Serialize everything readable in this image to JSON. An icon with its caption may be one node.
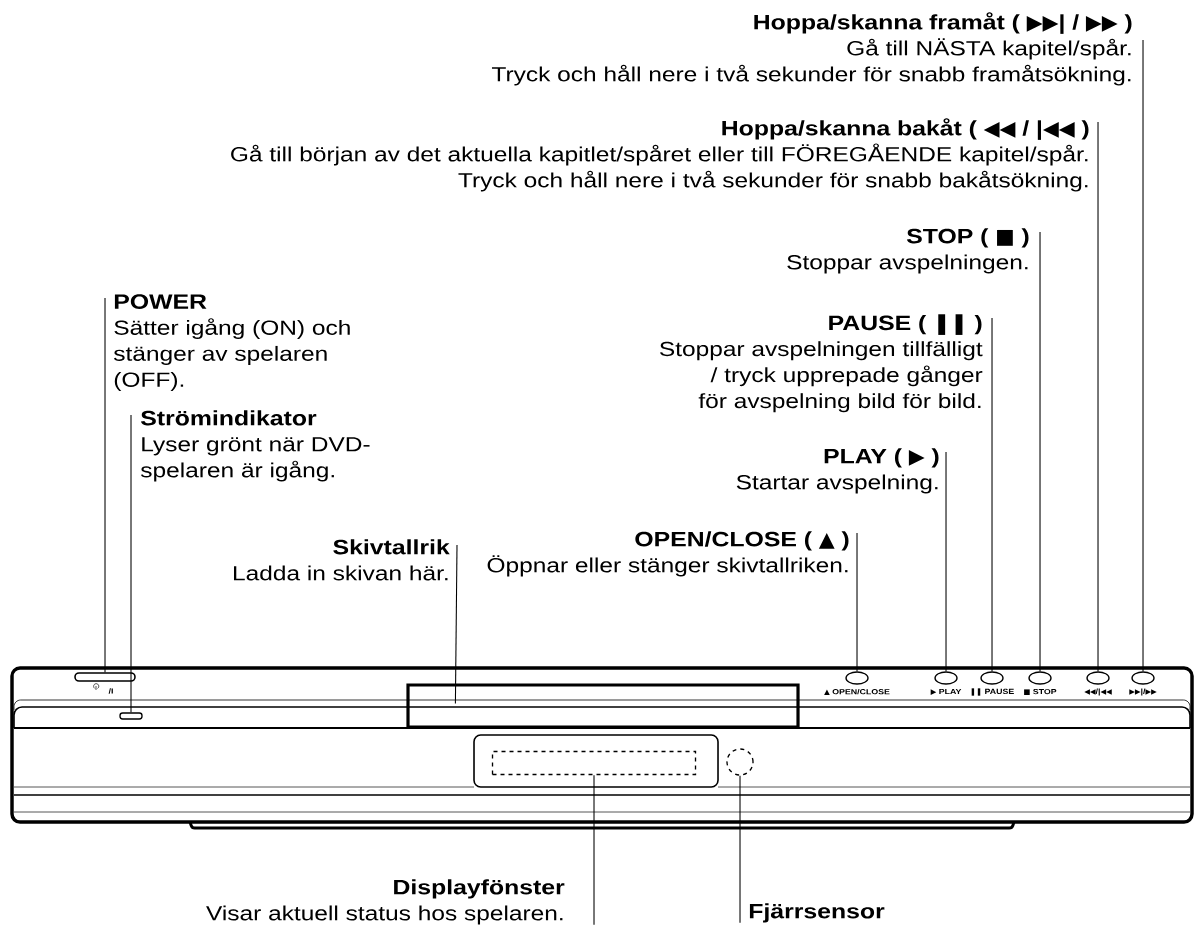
{
  "diagram": {
    "nodes": [
      {
        "text": [
          "Hoppa/skanna framåt ( ▶▶| / ▶▶ )",
          "Gå till NÄSTA kapitel/spår.",
          "Tryck och håll nere i två sekunder för snabb framåtsökning."
        ]
      },
      {
        "text": [
          "Hoppa/skanna bakåt ( ◀◀ / |◀◀ )",
          "Gå till början av det aktuella kapitlet/spåret eller till FÖREGÅENDE kapitel/spår.",
          "Tryck och håll nere i två sekunder för snabb bakåtsökning."
        ]
      },
      {
        "text": [
          "STOP ( ■ )",
          "Stoppar avspelningen."
        ]
      },
      {
        "text": [
          "POWER",
          "Sätter igång (ON) och stänger av spelaren (OFF)."
        ]
      },
      {
        "text": [
          "PAUSE ( ❚❚ )",
          "Stoppar avspelningen tillfälligt / tryck upprepade gånger för avspelning bild för bild."
        ]
      },
      {
        "text": [
          "Strömindikator",
          "Lyser grönt när DVD-spelaren är igång."
        ]
      },
      {
        "text": [
          "PLAY ( ▶ )",
          "Startar avspelning."
        ]
      },
      {
        "text": [
          "Skivtallrik",
          "Ladda in skivan här."
        ]
      },
      {
        "text": [
          "OPEN/CLOSE ( ▲ )",
          "Öppnar eller stänger skivtallriken."
        ]
      },
      {
        "text": [
          "Displayfönster",
          "Visar aktuell status hos spelaren."
        ]
      },
      {
        "text": [
          "Fjärrsensor"
        ]
      },
      {
        "text": [],
        "shape": "box",
        "beside": [
          "/I"
        ]
      },
      {
        "text": [],
        "shape": "box"
      },
      {
        "text": [],
        "shape": "box"
      },
      {
        "text": [],
        "shape": "circle",
        "beside": [
          "▲ OPEN/CLOSE"
        ]
      },
      {
        "text": [],
        "shape": "circle",
        "beside": [
          "▶ PLAY"
        ]
      },
      {
        "text": [],
        "shape": "circle",
        "beside": [
          "❚❚ PAUSE"
        ]
      },
      {
        "text": [],
        "shape": "circle",
        "beside": [
          "■ STOP"
        ]
      },
      {
        "text": [],
        "shape": "circle",
        "beside": [
          "◀◀/|◀◀"
        ]
      },
      {
        "text": [],
        "shape": "circle",
        "beside": [
          "▶▶|/▶▶"
        ]
      },
      {
        "text": [],
        "shape": "box"
      },
      {
        "text": [],
        "shape": "circle"
      }
    ],
    "edges": [
      {
        "from": 0,
        "to": 19,
        "arrow": "none"
      },
      {
        "from": 1,
        "to": 18,
        "arrow": "none"
      },
      {
        "from": 2,
        "to": 17,
        "arrow": "none"
      },
      {
        "from": 3,
        "to": 11,
        "arrow": "none"
      },
      {
        "from": 4,
        "to": 16,
        "arrow": "none"
      },
      {
        "from": 5,
        "to": 12,
        "arrow": "none"
      },
      {
        "from": 6,
        "to": 15,
        "arrow": "none"
      },
      {
        "from": 7,
        "to": 13,
        "arrow": "none"
      },
      {
        "from": 8,
        "to": 14,
        "arrow": "none"
      },
      {
        "from": 9,
        "to": 20,
        "arrow": "none"
      },
      {
        "from": 10,
        "to": 21,
        "arrow": "none"
      }
    ]
  }
}
